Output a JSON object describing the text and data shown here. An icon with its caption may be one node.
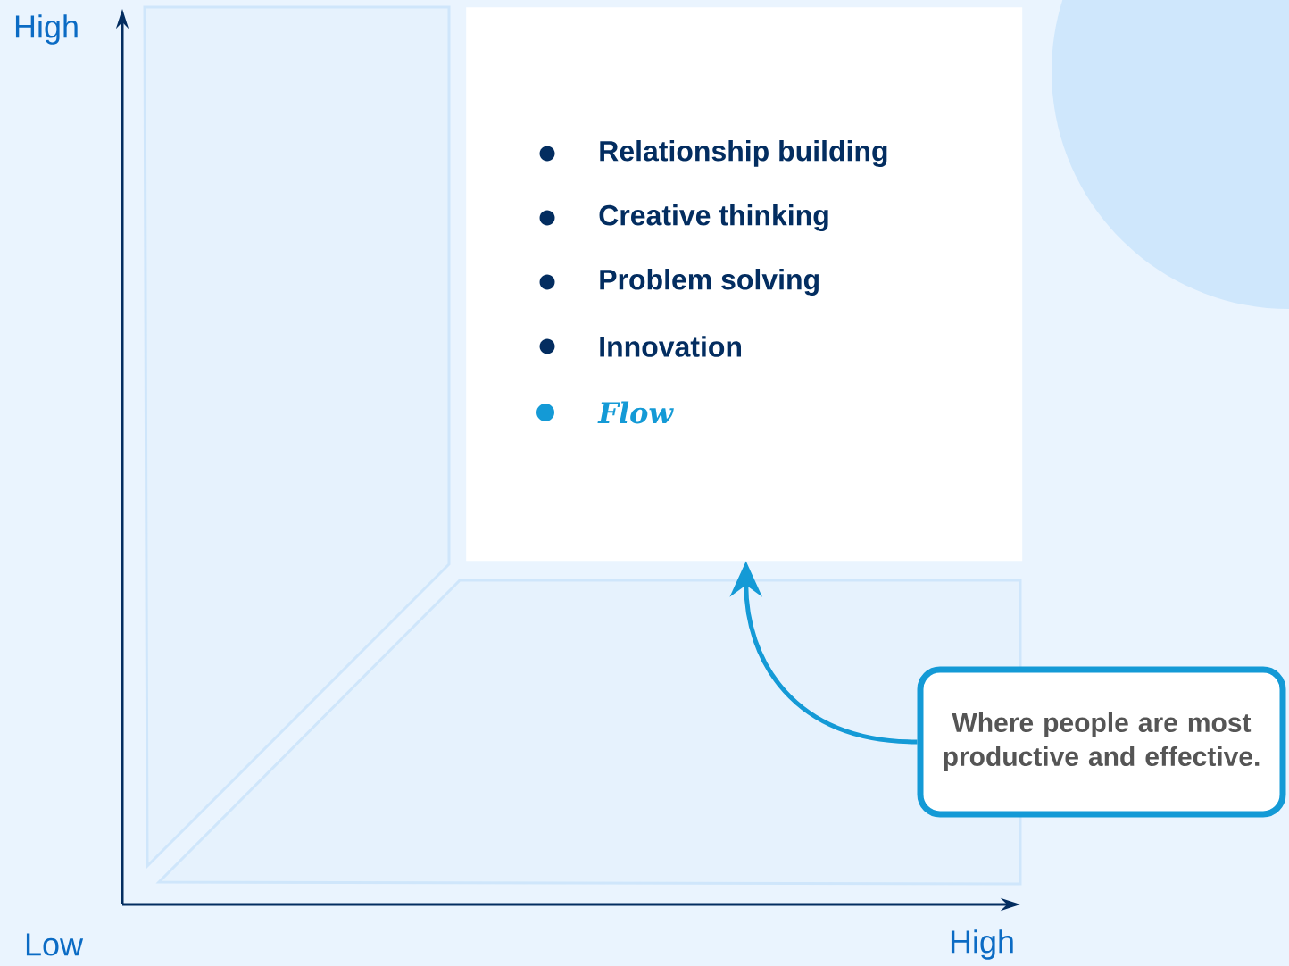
{
  "diagram": {
    "nodes": [
      {
        "text": [
          "Relationship building",
          "Creative thinking",
          "Problem solving",
          "Innovation",
          "Flow"
        ]
      },
      {
        "text": [
          "Where people are most productive and effective."
        ]
      }
    ],
    "edges": [
      {
        "from": 1,
        "to": 0,
        "arrow": "to"
      }
    ],
    "labels": [
      "High",
      "Low",
      "High"
    ]
  }
}
